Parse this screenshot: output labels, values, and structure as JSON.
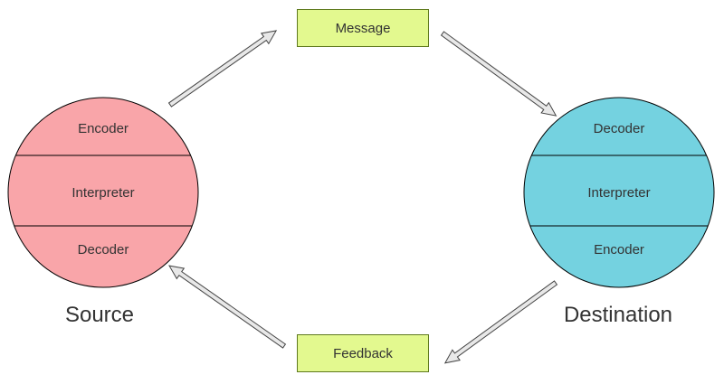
{
  "message_label": "Message",
  "feedback_label": "Feedback",
  "source": {
    "label": "Source",
    "color": "#f9a5a9",
    "layers": [
      "Encoder",
      "Interpreter",
      "Decoder"
    ]
  },
  "destination": {
    "label": "Destination",
    "color": "#74d2e0",
    "layers": [
      "Decoder",
      "Interpreter",
      "Encoder"
    ]
  }
}
